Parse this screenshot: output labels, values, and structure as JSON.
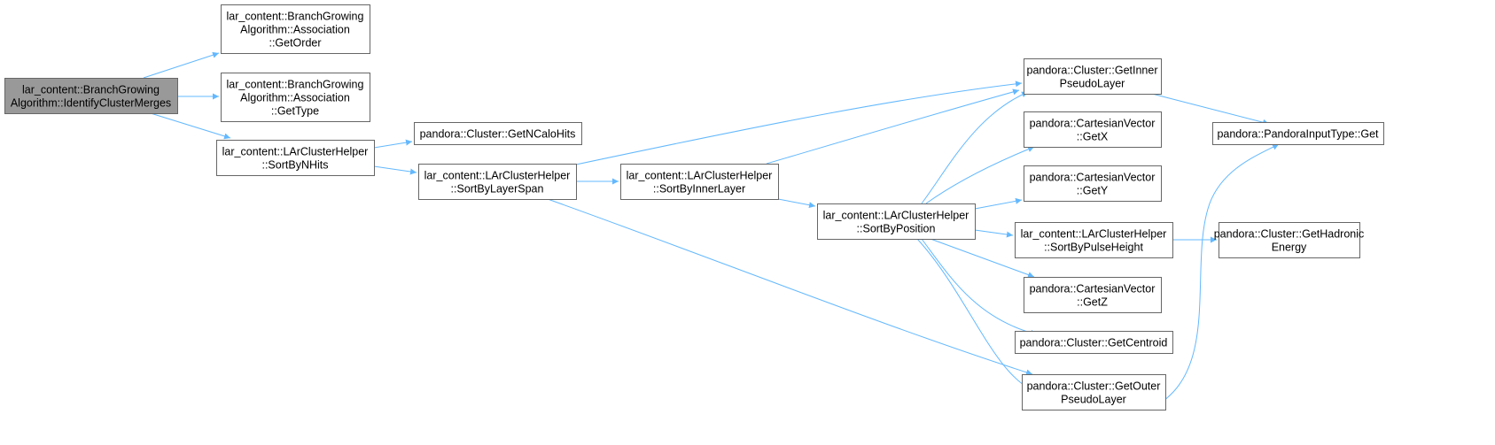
{
  "colors": {
    "edge": "#63B8FF",
    "node_border": "#666666",
    "node_fill": "#ffffff",
    "root_fill": "#999999",
    "text": "#000000"
  },
  "nodes": [
    {
      "id": "root",
      "lines": [
        "lar_content::BranchGrowing",
        "Algorithm::IdentifyClusterMerges"
      ],
      "root": true
    },
    {
      "id": "getorder",
      "lines": [
        "lar_content::BranchGrowing",
        "Algorithm::Association",
        "::GetOrder"
      ]
    },
    {
      "id": "gettype",
      "lines": [
        "lar_content::BranchGrowing",
        "Algorithm::Association",
        "::GetType"
      ]
    },
    {
      "id": "sortbynhits",
      "lines": [
        "lar_content::LArClusterHelper",
        "::SortByNHits"
      ]
    },
    {
      "id": "getncalohits",
      "lines": [
        "pandora::Cluster::GetNCaloHits"
      ]
    },
    {
      "id": "sortbylayerspan",
      "lines": [
        "lar_content::LArClusterHelper",
        "::SortByLayerSpan"
      ]
    },
    {
      "id": "sortbyinnerlayer",
      "lines": [
        "lar_content::LArClusterHelper",
        "::SortByInnerLayer"
      ]
    },
    {
      "id": "sortbyposition",
      "lines": [
        "lar_content::LArClusterHelper",
        "::SortByPosition"
      ]
    },
    {
      "id": "getinnerpseudolayer",
      "lines": [
        "pandora::Cluster::GetInner",
        "PseudoLayer"
      ]
    },
    {
      "id": "getx",
      "lines": [
        "pandora::CartesianVector",
        "::GetX"
      ]
    },
    {
      "id": "gety",
      "lines": [
        "pandora::CartesianVector",
        "::GetY"
      ]
    },
    {
      "id": "sortbypulseheight",
      "lines": [
        "lar_content::LArClusterHelper",
        "::SortByPulseHeight"
      ]
    },
    {
      "id": "getz",
      "lines": [
        "pandora::CartesianVector",
        "::GetZ"
      ]
    },
    {
      "id": "getcentroid",
      "lines": [
        "pandora::Cluster::GetCentroid"
      ]
    },
    {
      "id": "getouterpseudolayer",
      "lines": [
        "pandora::Cluster::GetOuter",
        "PseudoLayer"
      ]
    },
    {
      "id": "pandorainputtypeget",
      "lines": [
        "pandora::PandoraInputType::Get"
      ]
    },
    {
      "id": "gethadronicenergy",
      "lines": [
        "pandora::Cluster::GetHadronic",
        "Energy"
      ]
    }
  ],
  "edges": [
    {
      "from": "root",
      "to": "getorder"
    },
    {
      "from": "root",
      "to": "gettype"
    },
    {
      "from": "root",
      "to": "sortbynhits"
    },
    {
      "from": "sortbynhits",
      "to": "getncalohits"
    },
    {
      "from": "sortbynhits",
      "to": "sortbylayerspan"
    },
    {
      "from": "sortbylayerspan",
      "to": "getinnerpseudolayer"
    },
    {
      "from": "sortbylayerspan",
      "to": "sortbyinnerlayer"
    },
    {
      "from": "sortbylayerspan",
      "to": "getouterpseudolayer"
    },
    {
      "from": "sortbyinnerlayer",
      "to": "getinnerpseudolayer"
    },
    {
      "from": "sortbyinnerlayer",
      "to": "sortbyposition"
    },
    {
      "from": "sortbyposition",
      "to": "getinnerpseudolayer"
    },
    {
      "from": "sortbyposition",
      "to": "getx"
    },
    {
      "from": "sortbyposition",
      "to": "gety"
    },
    {
      "from": "sortbyposition",
      "to": "sortbypulseheight"
    },
    {
      "from": "sortbyposition",
      "to": "getz"
    },
    {
      "from": "sortbyposition",
      "to": "getcentroid"
    },
    {
      "from": "sortbyposition",
      "to": "getouterpseudolayer"
    },
    {
      "from": "getinnerpseudolayer",
      "to": "pandorainputtypeget"
    },
    {
      "from": "getouterpseudolayer",
      "to": "pandorainputtypeget"
    },
    {
      "from": "sortbypulseheight",
      "to": "gethadronicenergy"
    }
  ]
}
